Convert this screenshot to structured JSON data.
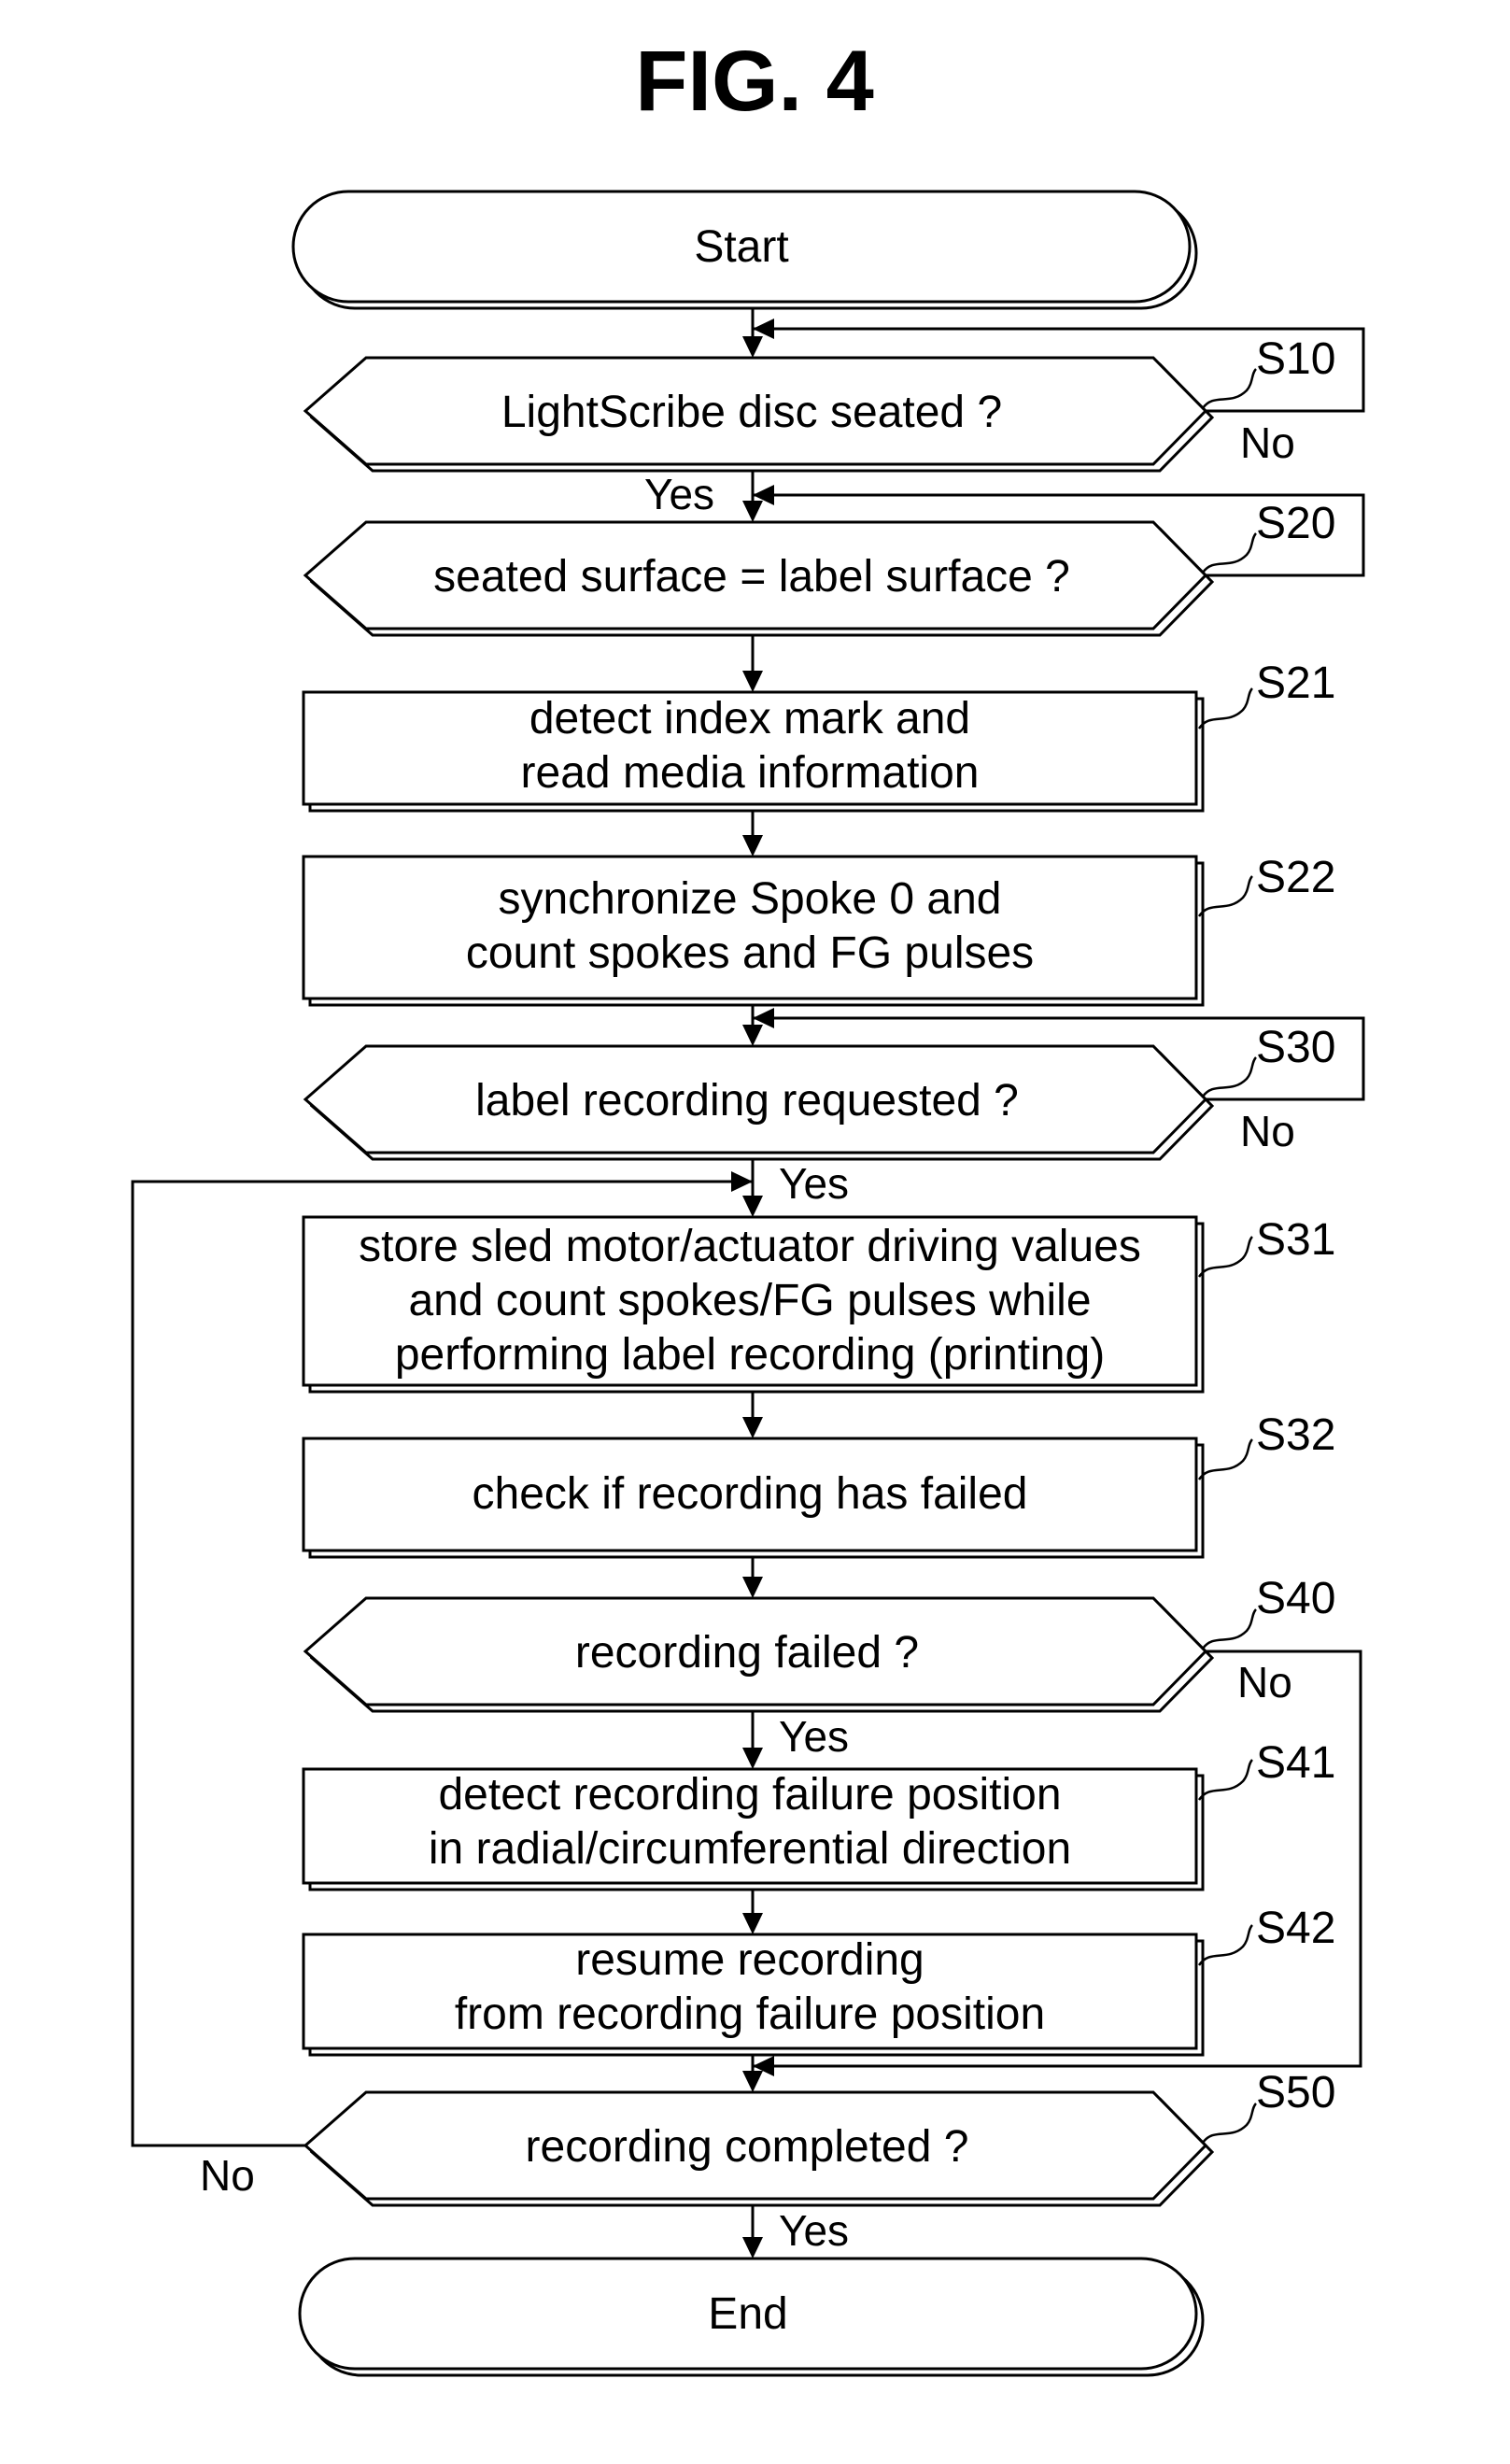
{
  "figure": {
    "title": "FIG. 4"
  },
  "nodes": {
    "start": {
      "text": "Start"
    },
    "s10": {
      "step": "S10",
      "text": "LightScribe disc seated ?",
      "no": "No",
      "yes": "Yes"
    },
    "s20": {
      "step": "S20",
      "text": "seated surface = label surface ?"
    },
    "s21": {
      "step": "S21",
      "lines": [
        "detect index mark and",
        "read media information"
      ]
    },
    "s22": {
      "step": "S22",
      "lines": [
        "synchronize Spoke 0 and",
        "count spokes and FG pulses"
      ]
    },
    "s30": {
      "step": "S30",
      "text": "label recording requested ?",
      "no": "No",
      "yes": "Yes"
    },
    "s31": {
      "step": "S31",
      "lines": [
        "store sled motor/actuator driving values",
        "and count spokes/FG pulses while",
        "performing label recording (printing)"
      ]
    },
    "s32": {
      "step": "S32",
      "text": "check if recording has failed"
    },
    "s40": {
      "step": "S40",
      "text": "recording failed ?",
      "no": "No",
      "yes": "Yes"
    },
    "s41": {
      "step": "S41",
      "lines": [
        "detect recording failure position",
        "in radial/circumferential direction"
      ]
    },
    "s42": {
      "step": "S42",
      "lines": [
        "resume recording",
        "from recording failure position"
      ]
    },
    "s50": {
      "step": "S50",
      "text": "recording completed ?",
      "no": "No",
      "yes": "Yes"
    },
    "end": {
      "text": "End"
    }
  }
}
